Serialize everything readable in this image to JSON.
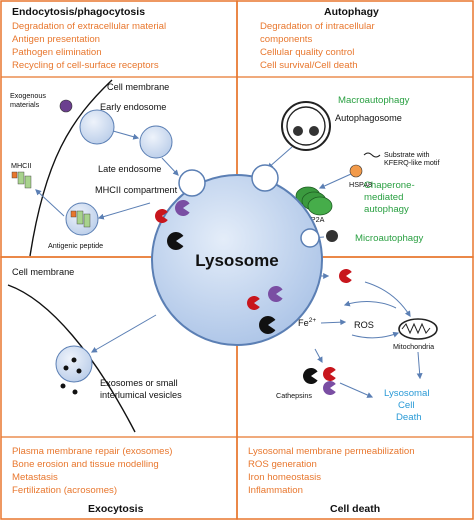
{
  "endocytosis": {
    "title": "Endocytosis/phagocytosis",
    "functions": [
      "Degradation of extracellular material",
      "Antigen presentation",
      "Pathogen elimination",
      "Recycling of cell-surface receptors"
    ],
    "exogenous": [
      "Exogenous",
      "materials"
    ],
    "cell_membrane": "Cell membrane",
    "early_endosome": "Early endosome",
    "late_endosome": "Late endosome",
    "mhcii": "MHCII",
    "mhcii_compartment": "MHCII compartment",
    "antigenic_peptide": "Antigenic peptide"
  },
  "autophagy": {
    "title": "Autophagy",
    "functions": [
      "Degradation of intracellular",
      "components",
      "Cellular quality control",
      "Cell survival/Cell death"
    ],
    "macroautophagy": "Macroautophagy",
    "autophagosome": "Autophagosome",
    "substrate": [
      "Substrate with",
      "KFERQ-like motif"
    ],
    "hspa8": "HSPA8",
    "lamp2a": "LAMP2A",
    "cma": [
      "Chaperone-",
      "mediated",
      "autophagy"
    ],
    "microautophagy": "Microautophagy"
  },
  "lysosome": {
    "label": "Lysosome"
  },
  "exocytosis": {
    "title": "Exocytosis",
    "cell_membrane": "Cell membrane",
    "exosomes": [
      "Exosomes or small",
      "interlumical vesicles"
    ],
    "functions": [
      "Plasma membrane repair (exosomes)",
      "Bone erosion and tissue modelling",
      "Metastasis",
      "Fertilization (acrosomes)"
    ]
  },
  "cell_death": {
    "title": "Cell death",
    "iron": "Fe",
    "iron_sup": "2+",
    "ros": "ROS",
    "mitochondria": "Mitochondria",
    "cathepsins": "Cathepsins",
    "lysosomal_death": [
      "Lysosomal",
      "Cell",
      "Death"
    ],
    "functions": [
      "Lysosomal membrane permeabilization",
      "ROS generation",
      "Iron homeostasis",
      "Inflammation"
    ]
  },
  "colors": {
    "panel_border": "#e8772e",
    "orange_text": "#e8772e",
    "green_text": "#2aa042",
    "blue_text": "#2a9ad6",
    "lysosome_fill": "#c3d6ef",
    "lysosome_stroke": "#5b7fb4",
    "enzyme_red": "#c8161d",
    "enzyme_purple": "#7a4ea3",
    "enzyme_black": "#111111",
    "membrane_green": "#3b9a3f"
  }
}
